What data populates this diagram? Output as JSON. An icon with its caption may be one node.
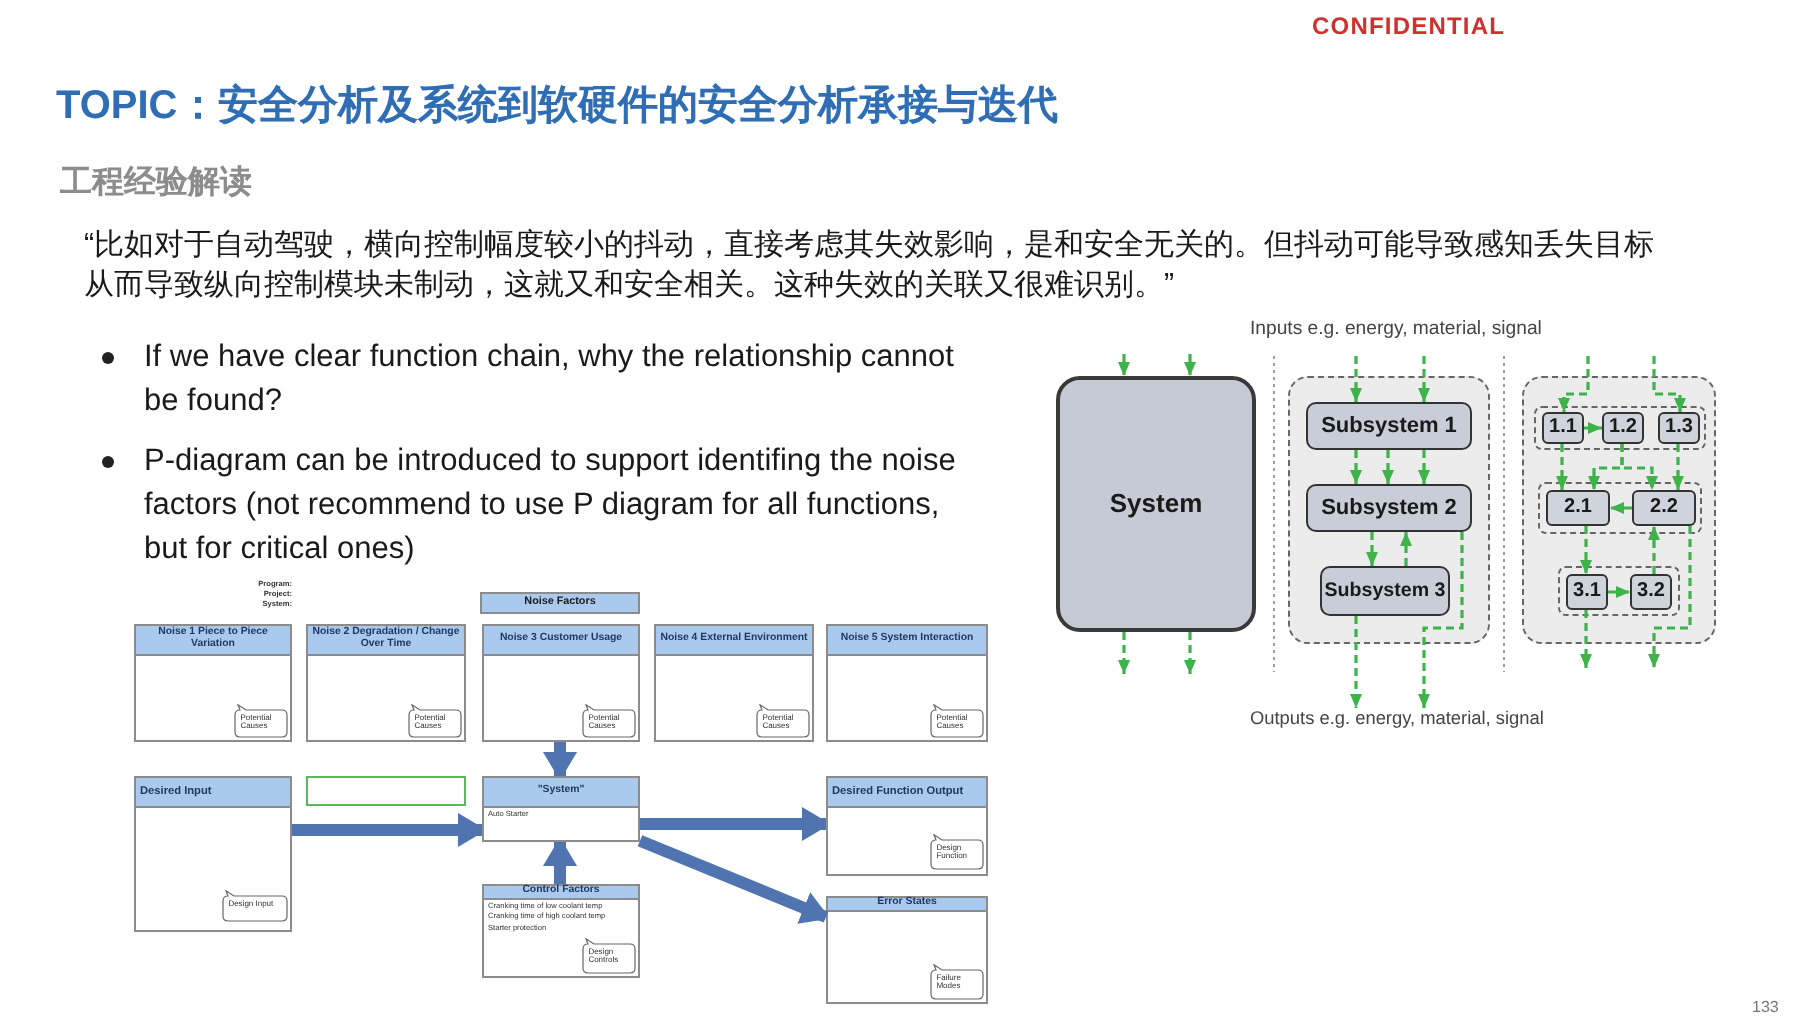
{
  "diagram": {
    "title": "TOPIC：安全分析及系统到软硬件的安全分析承接与迭代",
    "nodes": [
      {
        "text": [
          "Noise 1 Piece to Piece Variation"
        ]
      },
      {
        "text": [
          "Potential Causes"
        ],
        "in": 0
      },
      {
        "text": [
          "Noise 2 Degradation / Change Over Time"
        ]
      },
      {
        "text": [
          "Potential Causes"
        ],
        "in": 2
      },
      {
        "text": [
          "Noise Factors"
        ]
      },
      {
        "text": [
          "Noise 3 Customer Usage"
        ]
      },
      {
        "text": [
          "Potential Causes"
        ],
        "in": 5
      },
      {
        "text": [
          "Noise 4 External Environment"
        ]
      },
      {
        "text": [
          "Potential Causes"
        ],
        "in": 7
      },
      {
        "text": [
          "Noise 5 System Interaction"
        ]
      },
      {
        "text": [
          "Potential Causes"
        ],
        "in": 9
      },
      {
        "text": [
          "Desired Input"
        ]
      },
      {
        "text": [
          "Design Input"
        ],
        "in": 11
      },
      {
        "text": [],
        "shape": "box"
      },
      {
        "text": [
          "\"System\"",
          "Auto Starter"
        ]
      },
      {
        "text": [
          "Desired Function Output"
        ]
      },
      {
        "text": [
          "Design Function"
        ],
        "in": 15
      },
      {
        "text": [
          "Control Factors",
          "Cranking time of low coolant temp",
          "Cranking time of high coolant temp",
          "Starter protection"
        ]
      },
      {
        "text": [
          "Design Controls"
        ],
        "in": 17
      },
      {
        "text": [
          "Error States"
        ]
      },
      {
        "text": [
          "Failure Modes"
        ],
        "in": 19
      },
      {
        "text": [
          "System"
        ]
      },
      {
        "text": [],
        "shape": "box"
      },
      {
        "text": [
          "Subsystem 1"
        ],
        "in": 22
      },
      {
        "text": [
          "Subsystem 2"
        ],
        "in": 22
      },
      {
        "text": [
          "Subsystem 3"
        ],
        "in": 22
      },
      {
        "text": [],
        "shape": "box"
      },
      {
        "text": [],
        "shape": "box",
        "in": 26
      },
      {
        "text": [
          "1.1"
        ],
        "in": 27
      },
      {
        "text": [
          "1.2"
        ],
        "in": 27
      },
      {
        "text": [
          "1.3"
        ],
        "in": 27
      },
      {
        "text": [],
        "shape": "box",
        "in": 26
      },
      {
        "text": [
          "2.1"
        ],
        "in": 31
      },
      {
        "text": [
          "2.2"
        ],
        "in": 31
      },
      {
        "text": [],
        "shape": "box",
        "in": 26
      },
      {
        "text": [
          "3.1"
        ],
        "in": 34
      },
      {
        "text": [
          "3.2"
        ],
        "in": 34
      },
      {
        "text": [
          "Outputs e.g. energy, material, signal"
        ]
      }
    ],
    "edges": [
      {
        "from": 11,
        "to": 14,
        "arrow": "to",
        "style": "thick",
        "color": "#4f74b0"
      },
      {
        "from": 5,
        "to": 14,
        "arrow": "to",
        "style": "thick",
        "color": "#4f74b0"
      },
      {
        "from": 17,
        "to": 14,
        "arrow": "to",
        "style": "thick",
        "color": "#4f74b0"
      },
      {
        "from": 14,
        "to": 15,
        "arrow": "to",
        "style": "thick",
        "color": "#4f74b0"
      },
      {
        "from": 14,
        "to": 19,
        "arrow": "to",
        "style": "thick",
        "color": "#4f74b0"
      },
      {
        "from": null,
        "to": 21,
        "arrow": "to",
        "style": "dashed"
      },
      {
        "from": null,
        "to": 21,
        "arrow": "to",
        "style": "dashed"
      },
      {
        "from": 21,
        "to": null,
        "arrow": "to",
        "style": "dashed"
      },
      {
        "from": 21,
        "to": null,
        "arrow": "to",
        "style": "dashed"
      },
      {
        "from": null,
        "to": 23,
        "arrow": "to",
        "style": "dashed"
      },
      {
        "from": null,
        "to": 23,
        "arrow": "to",
        "style": "dashed"
      },
      {
        "from": 23,
        "to": 24,
        "arrow": "to",
        "style": "dashed"
      },
      {
        "from": 23,
        "to": 24,
        "arrow": "to",
        "style": "dashed"
      },
      {
        "from": 23,
        "to": 24,
        "arrow": "to",
        "style": "dashed"
      },
      {
        "from": 24,
        "to": 25,
        "arrow": "to",
        "style": "dashed"
      },
      {
        "from": 25,
        "to": 24,
        "arrow": "to",
        "style": "dashed"
      },
      {
        "from": 25,
        "to": 37,
        "arrow": "to",
        "style": "dashed"
      },
      {
        "from": 24,
        "to": 37,
        "arrow": "to",
        "style": "dashed"
      },
      {
        "from": null,
        "to": 28,
        "arrow": "to",
        "style": "dashed"
      },
      {
        "from": null,
        "to": 30,
        "arrow": "to",
        "style": "dashed"
      },
      {
        "from": 28,
        "to": 29,
        "arrow": "to",
        "style": "dashed"
      },
      {
        "from": 28,
        "to": 32,
        "arrow": "to",
        "style": "dashed"
      },
      {
        "from": 29,
        "to": 32,
        "arrow": "to",
        "style": "dashed"
      },
      {
        "from": 29,
        "to": 33,
        "arrow": "to",
        "style": "dashed"
      },
      {
        "from": 30,
        "to": 33,
        "arrow": "to",
        "style": "dashed"
      },
      {
        "from": 33,
        "to": 32,
        "arrow": "to",
        "style": "dashed"
      },
      {
        "from": 32,
        "to": 35,
        "arrow": "to",
        "style": "dashed"
      },
      {
        "from": 36,
        "to": 33,
        "arrow": "to",
        "style": "dashed"
      },
      {
        "from": 35,
        "to": 36,
        "arrow": "to",
        "style": "dashed"
      },
      {
        "from": 35,
        "to": null,
        "arrow": "to",
        "style": "dashed"
      },
      {
        "from": 33,
        "to": null,
        "arrow": "to",
        "style": "dashed"
      }
    ],
    "labels": [
      "CONFIDENTIAL",
      "工程经验解读",
      "“比如对于自动驾驶，横向控制幅度较小的抖动，直接考虑其失效影响，是和安全无关的。但抖动可能导致感知丢失目标从而导致纵向控制模块未制动，这就又和安全相关。这种失效的关联又很难识别。”",
      "If we have clear function chain, why the relationship cannot be found?",
      "P-diagram can be introduced to support identifing the noise factors (not recommend to use P diagram for all functions, but for critical ones)",
      "Inputs e.g. energy, material, signal",
      "Program:",
      "Project:",
      "System:",
      "133"
    ]
  }
}
